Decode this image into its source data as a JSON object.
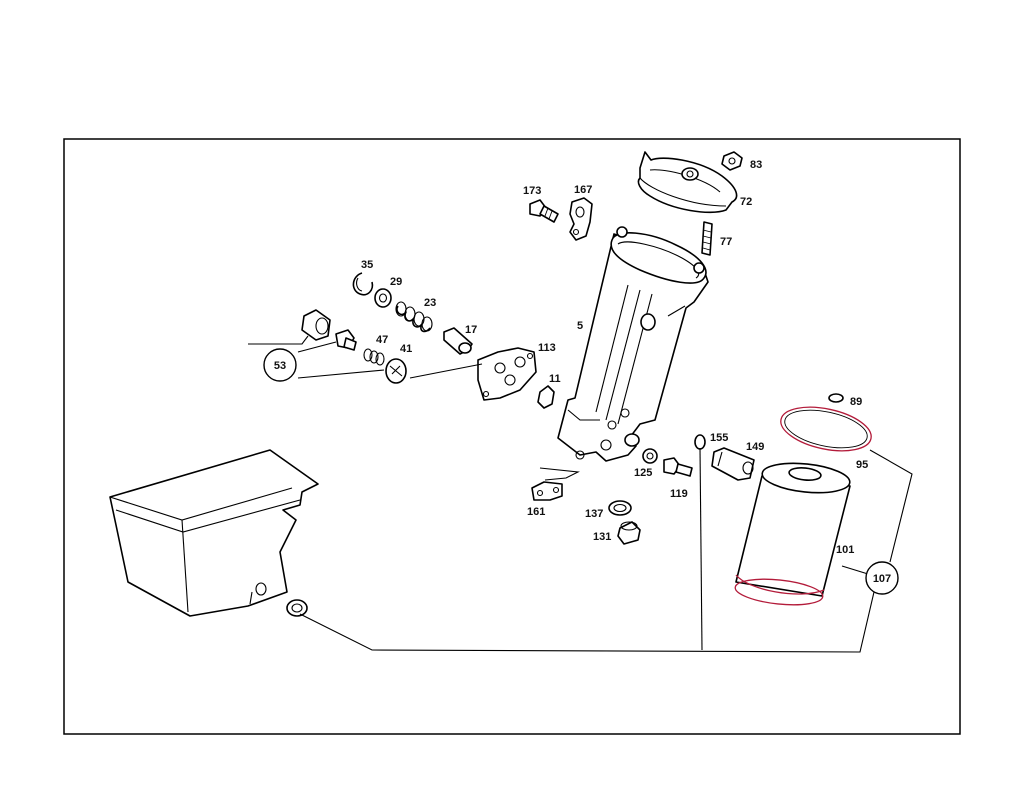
{
  "labels": {
    "p83": "83",
    "p72": "72",
    "p77": "77",
    "p173": "173",
    "p167": "167",
    "p35": "35",
    "p29": "29",
    "p23": "23",
    "p5": "5",
    "p17": "17",
    "p47": "47",
    "p41": "41",
    "p113": "113",
    "p11": "11",
    "p89": "89",
    "p95": "95",
    "p155": "155",
    "p149": "149",
    "p125": "125",
    "p119": "119",
    "p161": "161",
    "p137": "137",
    "p131": "131",
    "p101": "101"
  },
  "callouts": {
    "c53": "53",
    "c107": "107"
  },
  "colors": {
    "accent_outline": "#b31b3a",
    "line": "#000000",
    "background": "#ffffff"
  }
}
